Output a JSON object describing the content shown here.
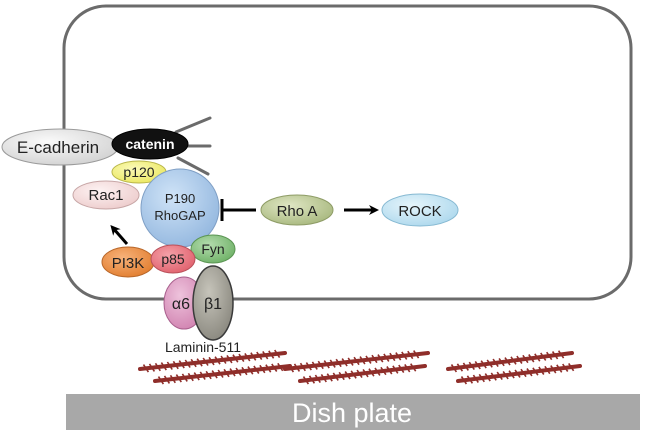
{
  "labels": {
    "e_cadherin": "E-cadherin",
    "catenin": "catenin",
    "p120": "p120",
    "rac1": "Rac1",
    "p190_line1": "P190",
    "p190_line2": "RhoGAP",
    "rho_a": "Rho A",
    "rock": "ROCK",
    "pi3k": "PI3K",
    "p85": "p85",
    "fyn": "Fyn",
    "alpha6": "α6",
    "beta1": "β1",
    "laminin": "Laminin-511",
    "dish_plate": "Dish plate"
  },
  "colors": {
    "cell_outline": "#6b6b6b",
    "e_cadherin": "#dcdcdc",
    "catenin": "#111111",
    "p120": "#f2f07a",
    "rac1": "#f6dede",
    "p190": "#a9c9ec",
    "rho_a": "#b9c792",
    "rock": "#bfe2f2",
    "pi3k": "#f08c3c",
    "p85": "#eb6f7a",
    "fyn": "#84c27d",
    "alpha6": "#dc98c2",
    "beta1": "#9c9a90",
    "laminin": "#8f2e2a",
    "dish_plate": "#a8a8a8"
  }
}
